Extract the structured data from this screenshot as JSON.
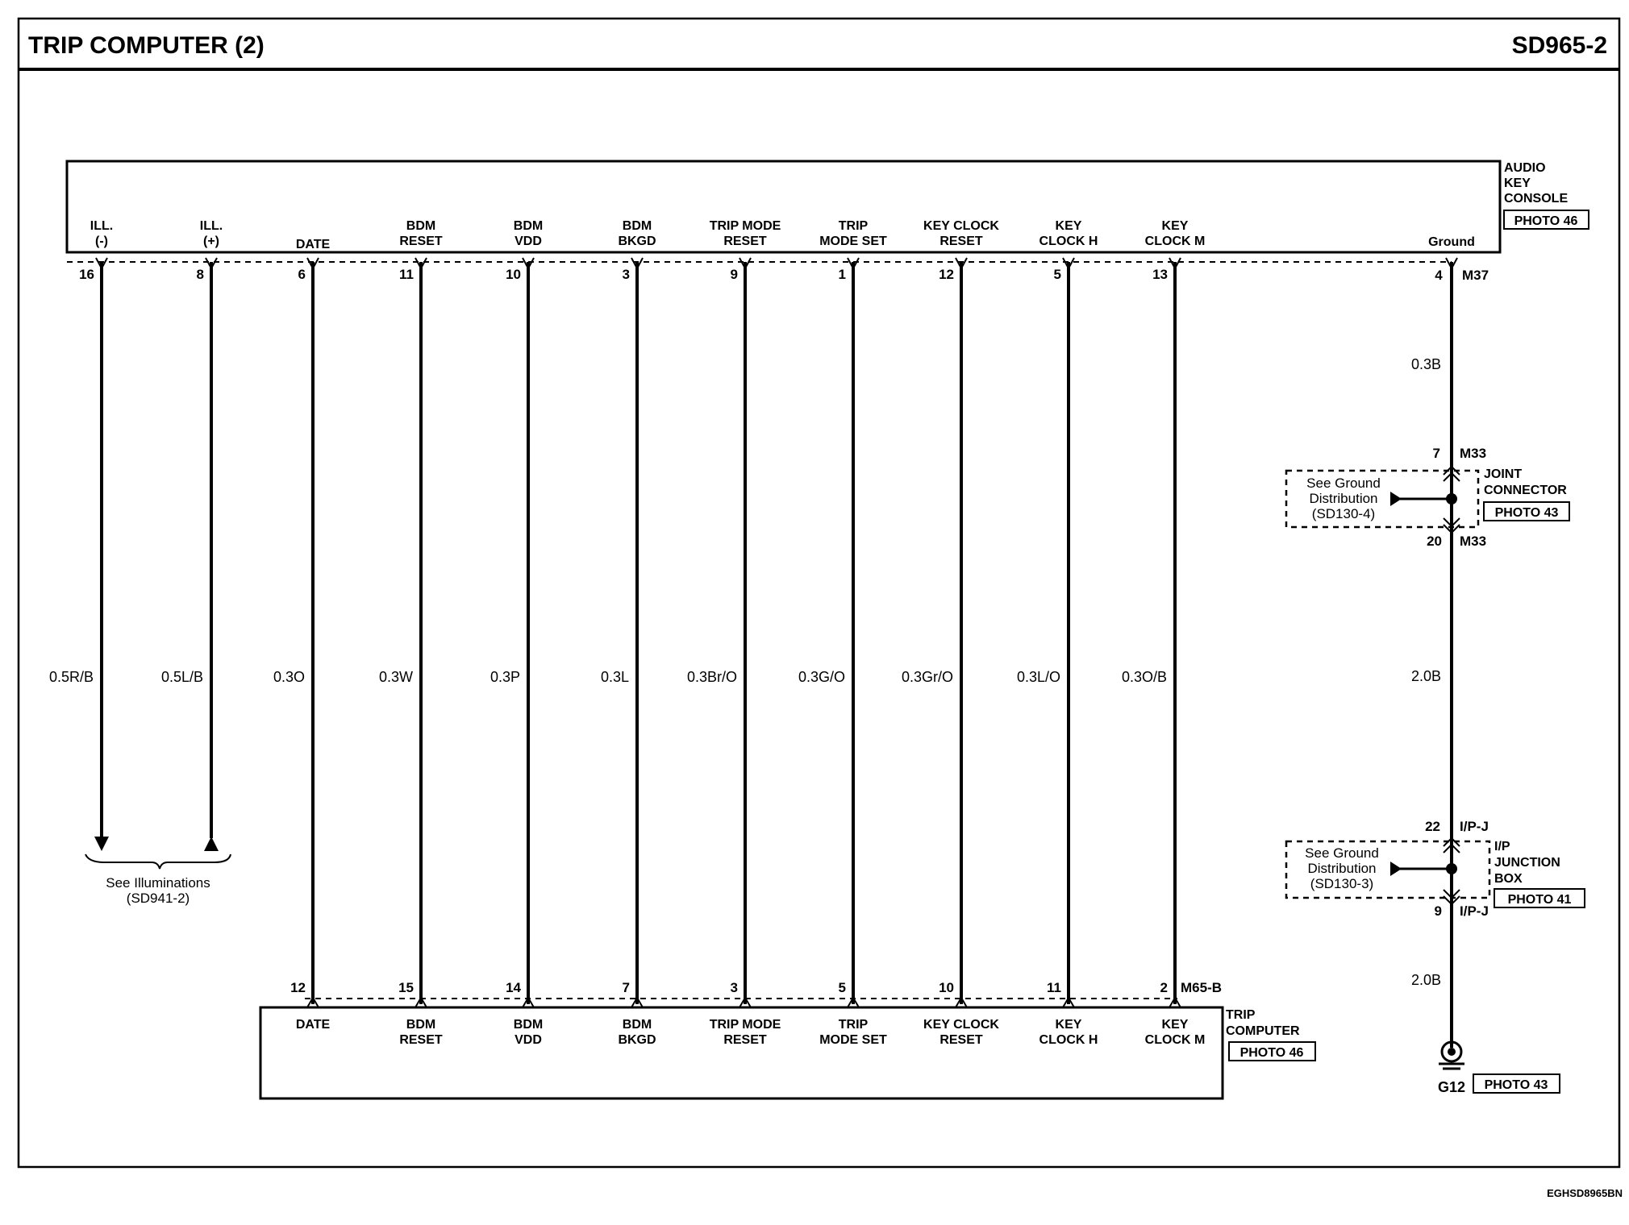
{
  "header": {
    "title": "TRIP COMPUTER (2)",
    "page_code": "SD965-2"
  },
  "audio_console": {
    "name_lines": [
      "AUDIO",
      "KEY",
      "CONSOLE"
    ],
    "photo": "PHOTO 46",
    "connector": "M37",
    "ground_label": "Ground",
    "ground_pin": "4"
  },
  "trip_computer": {
    "name_lines": [
      "TRIP",
      "COMPUTER"
    ],
    "photo": "PHOTO 46",
    "connector": "M65-B"
  },
  "circuits": [
    {
      "top_lines": [
        "ILL.",
        "(-)"
      ],
      "top_pin": "16",
      "wire": "0.5R/B",
      "end": "arrow-down"
    },
    {
      "top_lines": [
        "ILL.",
        "(+)"
      ],
      "top_pin": "8",
      "wire": "0.5L/B",
      "end": "arrow-up"
    },
    {
      "top_lines": [
        "DATE"
      ],
      "top_pin": "6",
      "wire": "0.3O",
      "bottom_pin": "12",
      "bottom_lines": [
        "DATE"
      ]
    },
    {
      "top_lines": [
        "BDM",
        "RESET"
      ],
      "top_pin": "11",
      "wire": "0.3W",
      "bottom_pin": "15",
      "bottom_lines": [
        "BDM",
        "RESET"
      ]
    },
    {
      "top_lines": [
        "BDM",
        "VDD"
      ],
      "top_pin": "10",
      "wire": "0.3P",
      "bottom_pin": "14",
      "bottom_lines": [
        "BDM",
        "VDD"
      ]
    },
    {
      "top_lines": [
        "BDM",
        "BKGD"
      ],
      "top_pin": "3",
      "wire": "0.3L",
      "bottom_pin": "7",
      "bottom_lines": [
        "BDM",
        "BKGD"
      ]
    },
    {
      "top_lines": [
        "TRIP MODE",
        "RESET"
      ],
      "top_pin": "9",
      "wire": "0.3Br/O",
      "bottom_pin": "3",
      "bottom_lines": [
        "TRIP MODE",
        "RESET"
      ]
    },
    {
      "top_lines": [
        "TRIP",
        "MODE SET"
      ],
      "top_pin": "1",
      "wire": "0.3G/O",
      "bottom_pin": "5",
      "bottom_lines": [
        "TRIP",
        "MODE SET"
      ]
    },
    {
      "top_lines": [
        "KEY CLOCK",
        "RESET"
      ],
      "top_pin": "12",
      "wire": "0.3Gr/O",
      "bottom_pin": "10",
      "bottom_lines": [
        "KEY CLOCK",
        "RESET"
      ]
    },
    {
      "top_lines": [
        "KEY",
        "CLOCK H"
      ],
      "top_pin": "5",
      "wire": "0.3L/O",
      "bottom_pin": "11",
      "bottom_lines": [
        "KEY",
        "CLOCK H"
      ]
    },
    {
      "top_lines": [
        "KEY",
        "CLOCK M"
      ],
      "top_pin": "13",
      "wire": "0.3O/B",
      "bottom_pin": "2",
      "bottom_lines": [
        "KEY",
        "CLOCK M"
      ]
    }
  ],
  "illumination_note": [
    "See Illuminations",
    "(SD941-2)"
  ],
  "ground_path": {
    "wire_1": "0.3B",
    "joint_connector": {
      "in_pin": "7",
      "in_conn": "M33",
      "out_pin": "20",
      "out_conn": "M33",
      "name_lines": [
        "JOINT",
        "CONNECTOR"
      ],
      "photo": "PHOTO 43",
      "note_lines": [
        "See Ground",
        "Distribution",
        "(SD130-4)"
      ]
    },
    "wire_2": "2.0B",
    "junction_box": {
      "in_pin": "22",
      "in_conn": "I/P-J",
      "out_pin": "9",
      "out_conn": "I/P-J",
      "name_lines": [
        "I/P",
        "JUNCTION",
        "BOX"
      ],
      "photo": "PHOTO 41",
      "note_lines": [
        "See Ground",
        "Distribution",
        "(SD130-3)"
      ]
    },
    "wire_3": "2.0B",
    "ground_point": "G12",
    "ground_photo": "PHOTO 43"
  },
  "footer_code": "EGHSD8965BN"
}
